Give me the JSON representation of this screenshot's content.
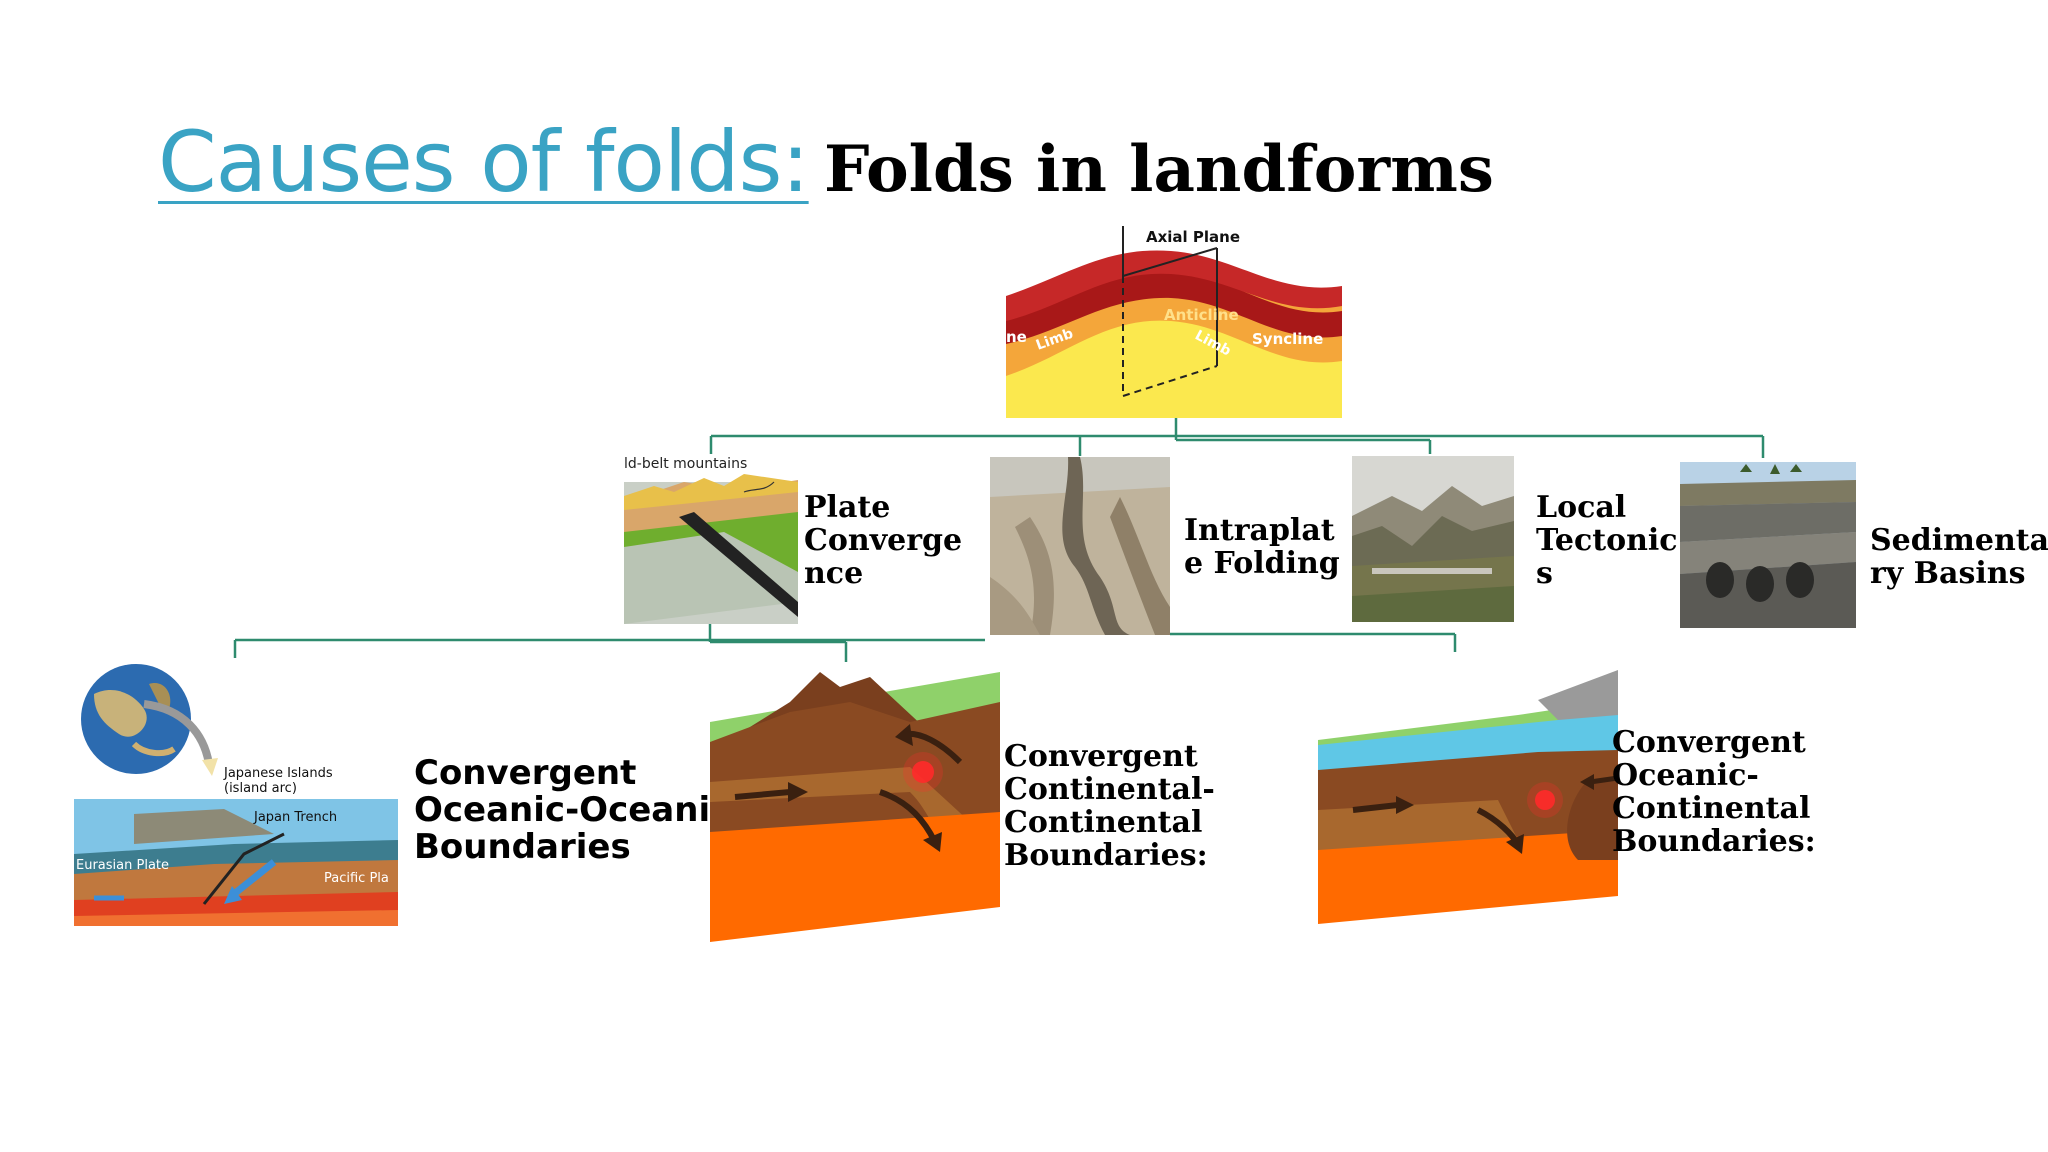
{
  "slide": {
    "heading": "Causes of folds:",
    "subtitle": "Folds in landforms"
  },
  "fold_diagram": {
    "axial_plane": "Axial Plane",
    "anticline": "Anticline",
    "syncline_left": "ne",
    "syncline_right": "Syncline",
    "limb_left": "Limb",
    "limb_right": "Limb"
  },
  "categories": {
    "plate_convergence": {
      "label": "Plate\nConverge\nnce",
      "image_caption": "ld-belt mountains"
    },
    "intraplate_folding": {
      "label": "Intraplat\ne Folding"
    },
    "local_tectonics": {
      "label": "Local\nTectonic\ns"
    },
    "sedimentary_basins": {
      "label": "Sedimenta\nry Basins"
    }
  },
  "boundaries": {
    "oceanic_oceanic": {
      "label": "Convergent\nOceanic-Oceanic\nBoundaries",
      "japanese_islands": "Japanese Islands",
      "island_arc": "(island arc)",
      "japan_trench": "Japan Trench",
      "eurasian_plate": "Eurasian Plate",
      "pacific_plate": "Pacific Pla"
    },
    "continental_continental": {
      "label": "Convergent\nContinental-\nContinental\nBoundaries:"
    },
    "oceanic_continental": {
      "label": "Convergent\nOceanic-\nContinental\nBoundaries:"
    }
  },
  "colors": {
    "heading": "#3aa3c4",
    "connector": "#2e8b6e",
    "mantle_orange": "#ff6a00",
    "crust_brown": "#8a4a22"
  }
}
